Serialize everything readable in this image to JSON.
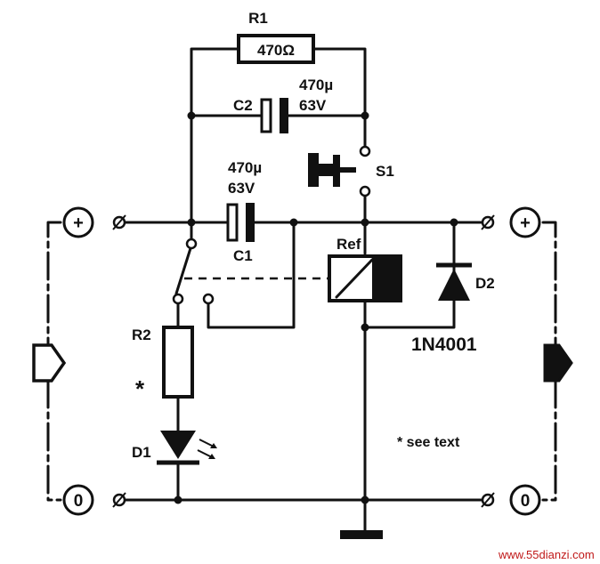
{
  "labels": {
    "r1": "R1",
    "r1_value": "470Ω",
    "c2": "C2",
    "c2_cap": "470µ",
    "c2_volt": "63V",
    "s1": "S1",
    "c1_cap": "470µ",
    "c1_volt": "63V",
    "c1": "C1",
    "ref": "Ref",
    "d2": "D2",
    "diode_type": "1N4001",
    "r2": "R2",
    "r2_star": "*",
    "d1": "D1",
    "note": "* see text",
    "terminal_plus": "+",
    "terminal_zero": "0"
  },
  "watermark": "www.55dianzi.com",
  "colors": {
    "ink": "#111111",
    "watermark": "#c01818",
    "background": "#ffffff"
  }
}
